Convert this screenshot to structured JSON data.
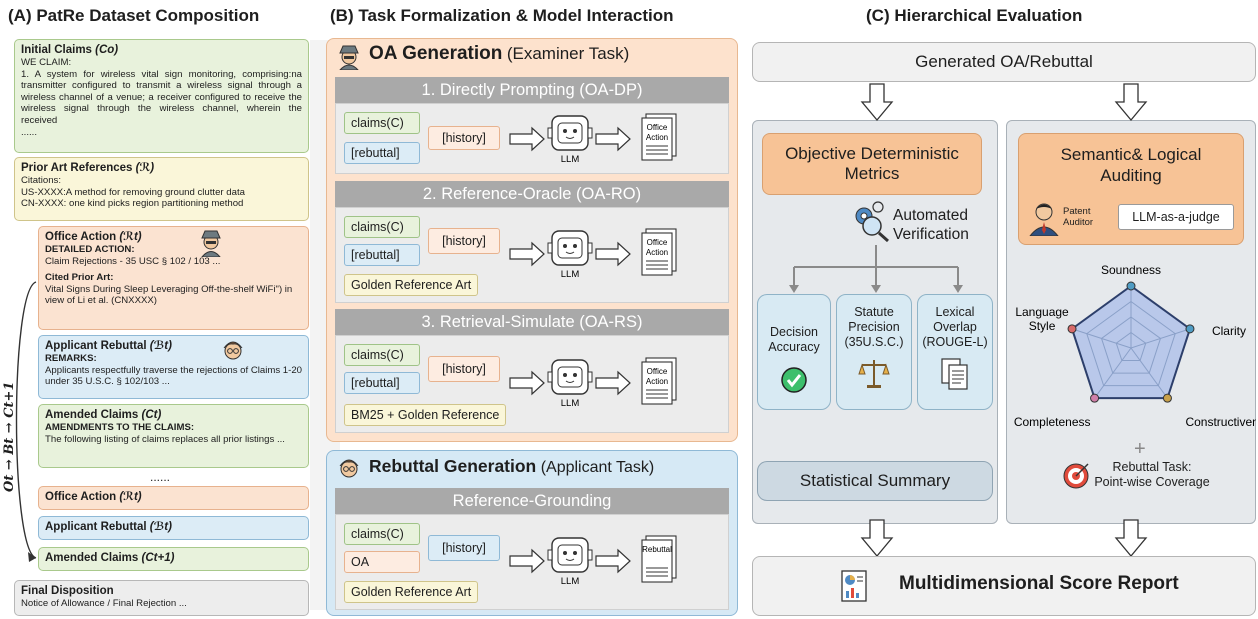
{
  "panel_a": {
    "header": "(A)  PatRe Dataset Composition",
    "initial_claims": {
      "title": "Initial Claims",
      "symbol": "(Co)",
      "line1": "WE CLAIM:",
      "body": "1. A system for wireless vital sign monitoring, comprising:na transmitter configured to transmit a wireless signal through a wireless channel of a venue; a receiver configured to receive the wireless signal through the wireless channel, wherein the received",
      "ellipsis": "......"
    },
    "prior_art": {
      "title": "Prior Art References",
      "symbol": "(ℛ)",
      "line1": "Citations:",
      "line2": "US-XXXX:A method for removing ground clutter data",
      "line3": "CN-XXXX: one kind picks region partitioning method"
    },
    "office_action": {
      "title": "Office Action",
      "symbol": "(ℛt)",
      "sub1": "DETAILED ACTION:",
      "text1": "Claim Rejections - 35 USC § 102 / 103 ...",
      "sub2": "Cited Prior Art:",
      "text2": "Vital Signs During Sleep Leveraging Off-the-shelf WiFi\") in view of Li et al. (CNXXXX)"
    },
    "rebuttal": {
      "title": "Applicant Rebuttal",
      "symbol": "(ℬt)",
      "sub1": "REMARKS:",
      "text1": "Applicants respectfully traverse the rejections of Claims 1-20 under 35 U.S.C. § 102/103 ..."
    },
    "amended": {
      "title": "Amended Claims",
      "symbol": "(Ct)",
      "sub1": "AMENDMENTS TO THE CLAIMS:",
      "text1": "The following listing of claims replaces all prior listings ..."
    },
    "dots": "......",
    "office_action_2": {
      "title": "Office Action",
      "symbol": "(ℛt)"
    },
    "rebuttal_2": {
      "title": "Applicant Rebuttal",
      "symbol": "(ℬt)"
    },
    "amended_2": {
      "title": "Amended Claims",
      "symbol": "(Ct+1)"
    },
    "final": {
      "title": "Final Disposition",
      "text": "Notice of Allowance / Final Rejection ..."
    },
    "cycle_label": "Ot → Bt → Ct+1"
  },
  "panel_b": {
    "header": "(B)  Task Formalization & Model Interaction",
    "oa_title": "OA Generation",
    "oa_subtitle": "(Examiner Task)",
    "steps": [
      {
        "title": "1. Directly Prompting (OA-DP)",
        "chips": [
          "claims(C)",
          "[rebuttal]",
          "[history]"
        ],
        "extra": ""
      },
      {
        "title": "2. Reference-Oracle (OA-RO)",
        "chips": [
          "claims(C)",
          "[rebuttal]",
          "[history]"
        ],
        "extra": "Golden Reference Art"
      },
      {
        "title": "3. Retrieval-Simulate (OA-RS)",
        "chips": [
          "claims(C)",
          "[rebuttal]",
          "[history]"
        ],
        "extra": "BM25 + Golden Reference"
      }
    ],
    "llm_label": "LLM",
    "doc_label": "Office Action",
    "rebuttal_title": "Rebuttal Generation",
    "rebuttal_subtitle": "(Applicant Task)",
    "rebuttal_step": {
      "title": "Reference-Grounding",
      "chips": [
        "claims(C)",
        "OA",
        "[history]"
      ],
      "extra": "Golden Reference Art"
    },
    "rebuttal_doc_label": "Rebuttal"
  },
  "panel_c": {
    "header": "(C)  Hierarchical Evaluation",
    "generated": "Generated OA/Rebuttal",
    "objective_title": "Objective Deterministic Metrics",
    "automated": "Automated Verification",
    "metrics": [
      {
        "label": "Decision Accuracy"
      },
      {
        "label": "Statute Precision (35U.S.C.)"
      },
      {
        "label": "Lexical Overlap (ROUGE-L)"
      }
    ],
    "statistical": "Statistical Summary",
    "semantic_title": "Semantic& Logical Auditing",
    "auditor_label": "Patent Auditor",
    "judge": "LLM-as-a-judge",
    "radar_axes": [
      "Soundness",
      "Clarity",
      "Constructiveness",
      "Completeness",
      "Language Style"
    ],
    "plus": "+",
    "rebuttal_task": "Rebuttal Task:",
    "coverage": "Point-wise Coverage",
    "report": "Multidimensional Score Report"
  },
  "colors": {
    "green": "#e8f2dc",
    "yellow": "#faf6d9",
    "orange": "#fbe3d1",
    "blue": "#dcecf6",
    "gray_bar": "#a9a9a9",
    "orange_accent": "#f7c396"
  }
}
